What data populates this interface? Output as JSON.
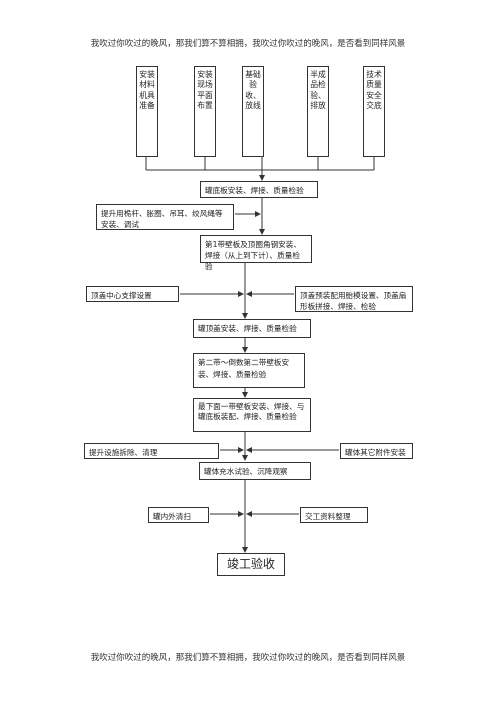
{
  "header_text": "我吹过你吹过的晚风，那我们算不算相拥，我吹过你吹过的晚风，是否看到同样风景",
  "footer_text": "我吹过你吹过的晚风，那我们算不算相拥，我吹过你吹过的晚风，是否看到同样风景",
  "flowchart": {
    "prep_steps": [
      "安装材料机具准备",
      "安装现场平面布置",
      "基础验收、放线",
      "半成品检验、排放",
      "技术质量安全交底"
    ],
    "step_bottom_install": "罐底板安装、焊接、质量检验",
    "side_lift_install": "提升用桅杆、胀圈、吊耳、绞风绳等安装、调试",
    "step_first_belt": "第1带壁板及顶圈角钢安装、焊接（从上到下计）、质量检验",
    "side_roof_support": "顶盖中心支撑设置",
    "side_roof_prefab": "顶盖预装配用胎模设置、顶盖扇形板拼接、焊接、检验",
    "step_roof_install": "罐顶盖安装、焊接、质量检验",
    "step_second_belt": "第二带～倒数第二带壁板安装、焊接、质量检验",
    "step_last_belt": "最下面一带壁板安装、焊接、与罐底板装配、焊接、质量检验",
    "side_remove_lift": "提升设施拆除、清理",
    "side_accessories": "罐体其它附件安装",
    "step_water_test": "罐体充水试验、沉降观察",
    "side_clean": "罐内外清扫",
    "side_handover": "交工资料整理",
    "final_step": "竣工验收"
  }
}
